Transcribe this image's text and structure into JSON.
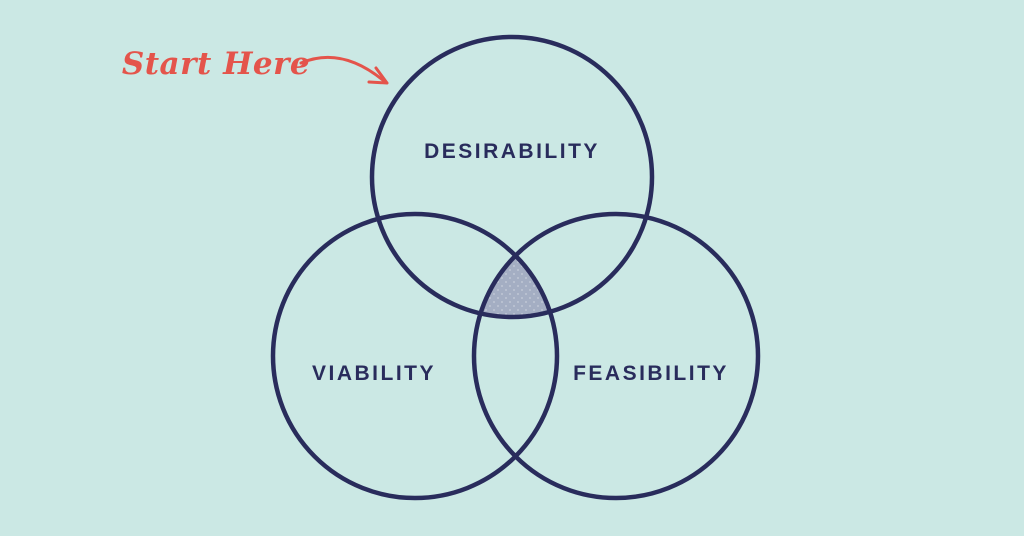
{
  "diagram": {
    "type": "venn",
    "circles": [
      {
        "id": "desirability",
        "label": "DESIRABILITY"
      },
      {
        "id": "viability",
        "label": "VIABILITY"
      },
      {
        "id": "feasibility",
        "label": "FEASIBILITY"
      }
    ],
    "highlighted_region": "triple-intersection"
  },
  "annotation": {
    "label": "Start Here"
  },
  "colors": {
    "background": "#cbe8e4",
    "navy": "#292c5c",
    "accent_red": "#e4544b",
    "intersection_fill": "#a4aec3",
    "intersection_dot": "#c7cdda"
  }
}
